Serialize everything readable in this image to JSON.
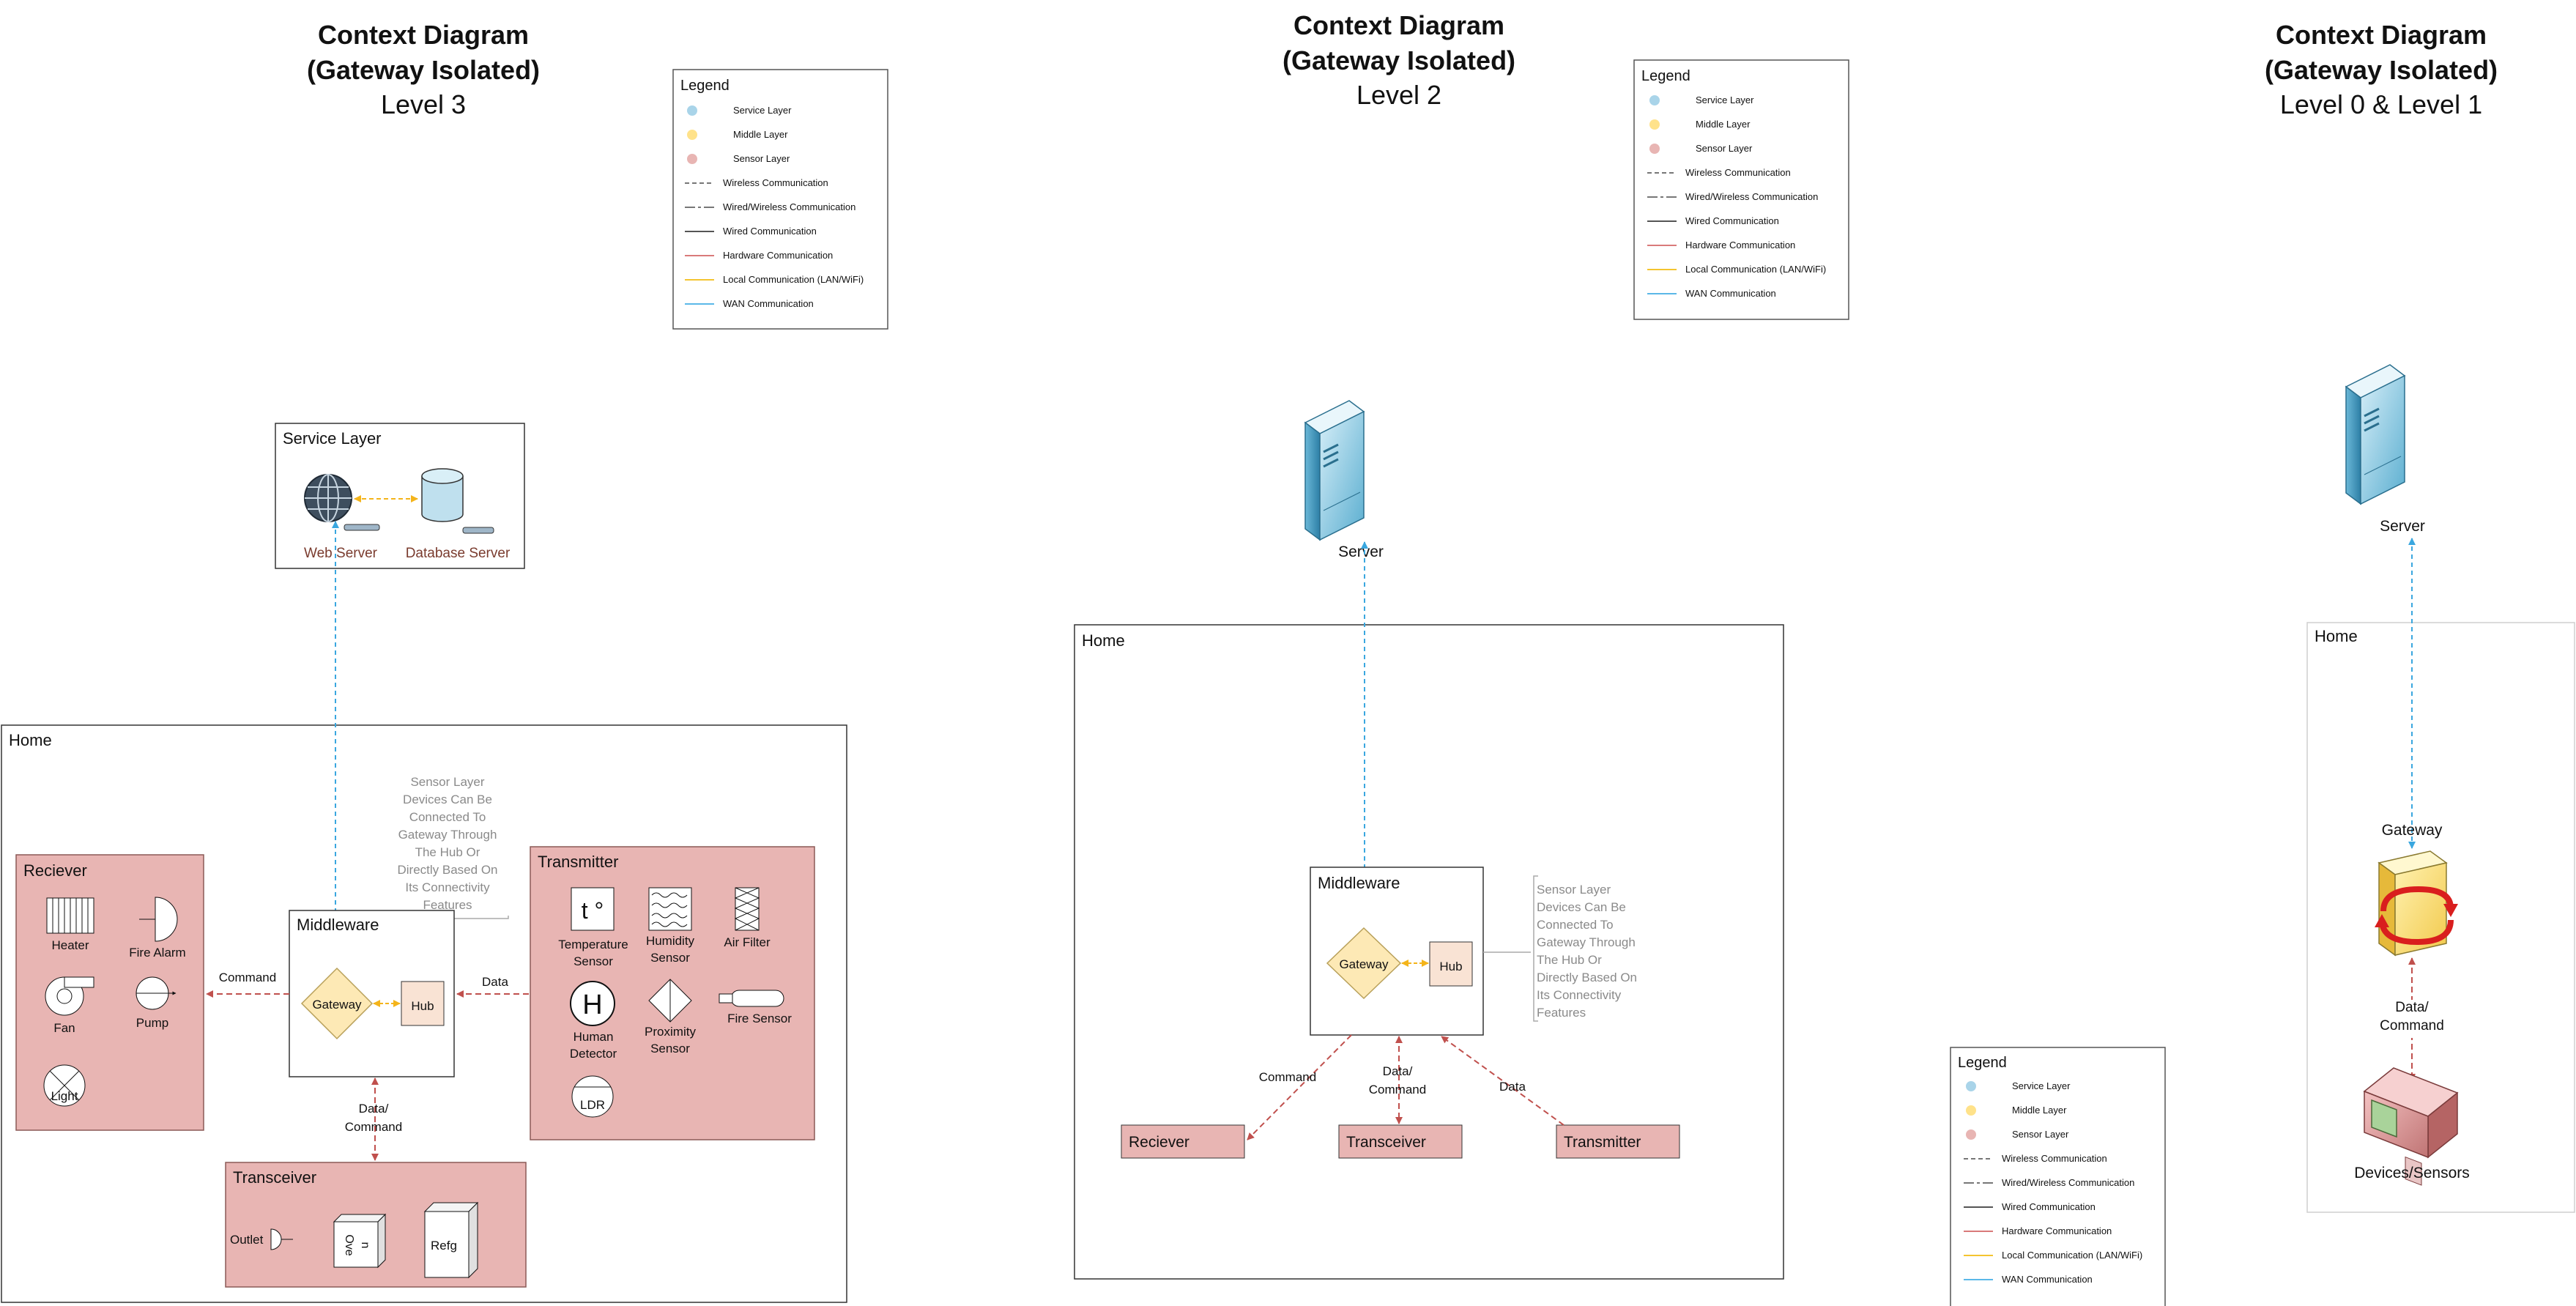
{
  "legend_items": [
    {
      "type": "dot",
      "color": "#a9d4e9",
      "label": "Service Layer"
    },
    {
      "type": "dot",
      "color": "#ffe28a",
      "label": "Middle Layer"
    },
    {
      "type": "dot",
      "color": "#e8b5b3",
      "label": "Sensor Layer"
    },
    {
      "type": "line",
      "style": "wireless",
      "color": "#777777",
      "label": "Wireless Communication"
    },
    {
      "type": "line",
      "style": "wiredwireless",
      "color": "#777777",
      "label": "Wired/Wireless Communication"
    },
    {
      "type": "line",
      "style": "solid",
      "color": "#555555",
      "label": "Wired Communication"
    },
    {
      "type": "line",
      "style": "solid",
      "color": "#d97a7a",
      "label": "Hardware Communication"
    },
    {
      "type": "line",
      "style": "solid",
      "color": "#f4c430",
      "label": "Local Communication (LAN/WiFi)"
    },
    {
      "type": "line",
      "style": "solid",
      "color": "#5bb8e8",
      "label": "WAN Communication"
    }
  ],
  "diagram_level3": {
    "title_line1": "Context Diagram",
    "title_line2": "(Gateway Isolated)",
    "subtitle": "Level 3",
    "legend_title": "Legend",
    "service_layer": {
      "title": "Service Layer",
      "web_server": "Web Server",
      "database_server": "Database Server"
    },
    "home_title": "Home",
    "note_lines": [
      "Sensor Layer",
      "Devices Can Be",
      "Connected To",
      "Gateway Through",
      "The Hub Or",
      "Directly Based On",
      "Its Connectivity",
      "Features"
    ],
    "receiver": {
      "title": "Reciever",
      "heater": "Heater",
      "fire_alarm": "Fire Alarm",
      "fan": "Fan",
      "pump": "Pump",
      "light": "Light"
    },
    "middleware": {
      "title": "Middleware",
      "gateway": "Gateway",
      "hub": "Hub"
    },
    "transmitter": {
      "title": "Transmitter",
      "temperature_symbol": "t °",
      "temperature_line1": "Temperature",
      "temperature_line2": "Sensor",
      "humidity_line1": "Humidity",
      "humidity_line2": "Sensor",
      "air_filter": "Air Filter",
      "human_symbol": "H",
      "human_line1": "Human",
      "human_line2": "Detector",
      "proximity_line1": "Proximity",
      "proximity_line2": "Sensor",
      "fire_sensor": "Fire Sensor",
      "ldr": "LDR"
    },
    "transceiver": {
      "title": "Transceiver",
      "outlet": "Outlet",
      "oven_line1": "Ove",
      "oven_line2": "n",
      "refrigerator": "Refg"
    },
    "edge_command": "Command",
    "edge_data": "Data",
    "edge_data_command_line1": "Data/",
    "edge_data_command_line2": "Command"
  },
  "diagram_level2": {
    "title_line1": "Context Diagram",
    "title_line2": "(Gateway Isolated)",
    "subtitle": "Level 2",
    "legend_title": "Legend",
    "server": "Server",
    "home_title": "Home",
    "middleware": {
      "title": "Middleware",
      "gateway": "Gateway",
      "hub": "Hub"
    },
    "note_lines": [
      "Sensor Layer",
      "Devices Can Be",
      "Connected To",
      "Gateway Through",
      "The Hub Or",
      "Directly Based On",
      "Its Connectivity",
      "Features"
    ],
    "receiver": "Reciever",
    "transceiver": "Transceiver",
    "transmitter": "Transmitter",
    "edge_command": "Command",
    "edge_data_command_line1": "Data/",
    "edge_data_command_line2": "Command",
    "edge_data": "Data"
  },
  "diagram_level01": {
    "title_line1": "Context Diagram",
    "title_line2": "(Gateway Isolated)",
    "subtitle": "Level 0 & Level 1",
    "legend_title": "Legend",
    "server": "Server",
    "home_title": "Home",
    "gateway": "Gateway",
    "edge_data_command_line1": "Data/",
    "edge_data_command_line2": "Command",
    "devices": "Devices/Sensors"
  },
  "colors": {
    "sensor_fill": "#e8b5b3",
    "sensor_stroke": "#b07a76",
    "middle_fill": "#fde9b5",
    "service_fill": "#a9d4e9",
    "hub_fill": "#f9e3d4",
    "hardware_edge": "#c0504d",
    "local_edge": "#f4b41a",
    "wan_edge": "#3aa7df"
  }
}
